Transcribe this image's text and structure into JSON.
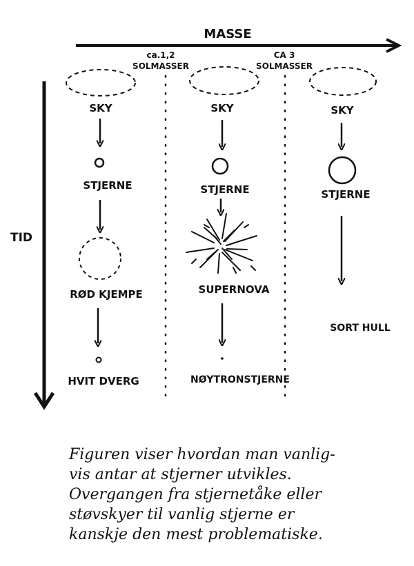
{
  "axes": {
    "horizontal_label": "MASSE",
    "vertical_label": "TID"
  },
  "thresholds": [
    {
      "line1": "ca.1,2",
      "line2": "SOLMASSER"
    },
    {
      "line1": "CA 3",
      "line2": "SOLMASSER"
    }
  ],
  "columns": [
    {
      "stages": [
        "SKY",
        "STJERNE",
        "RØD KJEMPE",
        "HVIT DVERG"
      ]
    },
    {
      "stages": [
        "SKY",
        "STJERNE",
        "SUPERNOVA",
        "NØYTRONSTJERNE"
      ]
    },
    {
      "stages": [
        "SKY",
        "STJERNE",
        "SORT HULL"
      ]
    }
  ],
  "caption": [
    "Figuren viser hvordan man vanlig-",
    "vis antar at stjerner utvikles.",
    "Overgangen fra stjernetåke eller",
    "støvskyer til vanlig stjerne er",
    "kanskje den mest problematiske."
  ]
}
